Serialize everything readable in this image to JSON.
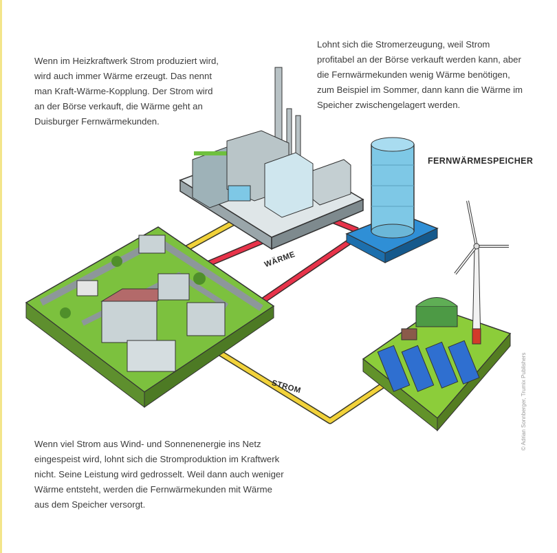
{
  "texts": {
    "intro": "Wenn im Heizkraftwerk Strom produziert wird,\nwird auch immer Wärme erzeugt. Das nennt\nman Kraft-Wärme-Kopplung. Der Strom wird\nan der Börse verkauft, die Wärme geht an\nDuisburger Fernwärmekunden.",
    "storage": "Lohnt sich die Stromerzeugung, weil Strom\nprofitabel an der Börse verkauft werden kann, aber\ndie Fernwärmekunden wenig Wärme benötigen,\nzum Beispiel im Sommer, dann kann die Wärme im\nSpeicher zwischengelagert werden.",
    "renewables": "Wenn viel Strom aus Wind- und Sonnenenergie ins Netz\neingespeist wird, lohnt sich die Stromproduktion im Kraftwerk\nnicht. Seine Leistung wird gedrosselt. Weil dann auch weniger\nWärme entsteht, werden die Fernwärmekunden mit Wärme\naus dem Speicher versorgt."
  },
  "labels": {
    "storage_tank": "FERNWÄRMESPEICHER",
    "heat_line": "WÄRME",
    "power_line": "STROM"
  },
  "credit": "© Adrian Sonnberger, Trumix Publishers",
  "colors": {
    "heat_line": "#e8334a",
    "power_line": "#f2d23a",
    "ground": "#7cc13e",
    "platform_top": "#c9d3d6",
    "tank": "#7ec8e6",
    "tank_base": "#1f8fd0",
    "solar_panel": "#2f6fd0"
  }
}
